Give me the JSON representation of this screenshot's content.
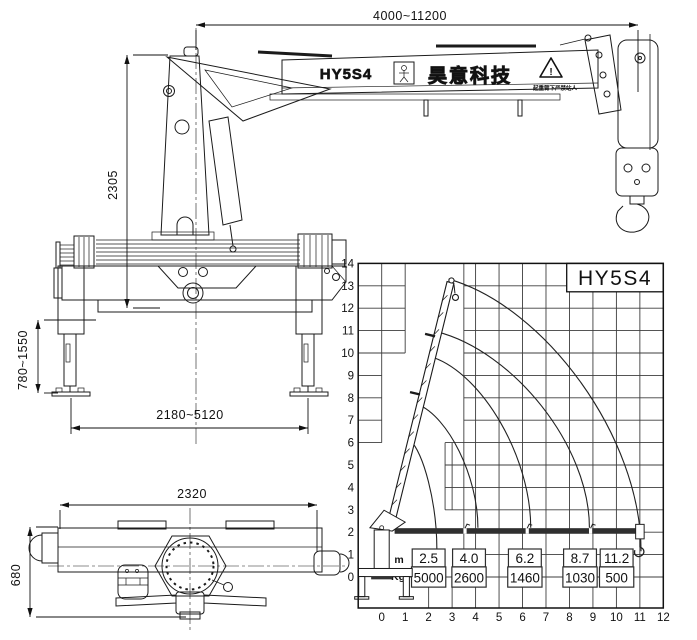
{
  "drawing": {
    "side_view": {
      "dim_boom_length": "4000~11200",
      "dim_overall_height": "2305",
      "dim_leg_height": "780~1550",
      "dim_outrigger_span": "2180~5120",
      "boom_model_label": "HY5S4",
      "boom_brand_label": "昊意科技",
      "boom_warning_text": "起重臂下严禁站人"
    },
    "plan_view": {
      "dim_width": "2320",
      "dim_depth": "680"
    }
  },
  "chart_data": {
    "type": "line",
    "title": "HY5S4",
    "xlabel": "",
    "ylabel": "",
    "xlim": [
      -1,
      12
    ],
    "ylim": [
      -1.4,
      14
    ],
    "grid": true,
    "x_ticks": [
      0,
      1,
      2,
      3,
      4,
      5,
      6,
      7,
      8,
      9,
      10,
      11,
      12
    ],
    "y_ticks": [
      0,
      1,
      2,
      3,
      4,
      5,
      6,
      7,
      8,
      9,
      10,
      11,
      12,
      13,
      14
    ],
    "load_table": {
      "row_labels": [
        "m",
        "Kg"
      ],
      "columns": [
        {
          "radius_m": "2.5",
          "capacity_kg": "5000"
        },
        {
          "radius_m": "4.0",
          "capacity_kg": "2600"
        },
        {
          "radius_m": "6.2",
          "capacity_kg": "1460"
        },
        {
          "radius_m": "8.7",
          "capacity_kg": "1030"
        },
        {
          "radius_m": "11.2",
          "capacity_kg": "500"
        }
      ]
    },
    "curves": [
      {
        "name": "radius 2.5 m envelope",
        "from": [
          1.2,
          6.1
        ],
        "to": [
          2.35,
          1.25
        ]
      },
      {
        "name": "radius 4.0 m envelope",
        "from": [
          1.55,
          7.7
        ],
        "to": [
          4.1,
          2.2
        ]
      },
      {
        "name": "radius 6.2 m envelope",
        "from": [
          2.2,
          9.8
        ],
        "to": [
          6.35,
          2.2
        ]
      },
      {
        "name": "radius 8.7 m envelope",
        "from": [
          2.35,
          10.95
        ],
        "to": [
          8.85,
          2.2
        ]
      },
      {
        "name": "radius 11.2 m envelope",
        "from": [
          2.85,
          13.3
        ],
        "to": [
          11.05,
          1.15
        ]
      }
    ]
  }
}
